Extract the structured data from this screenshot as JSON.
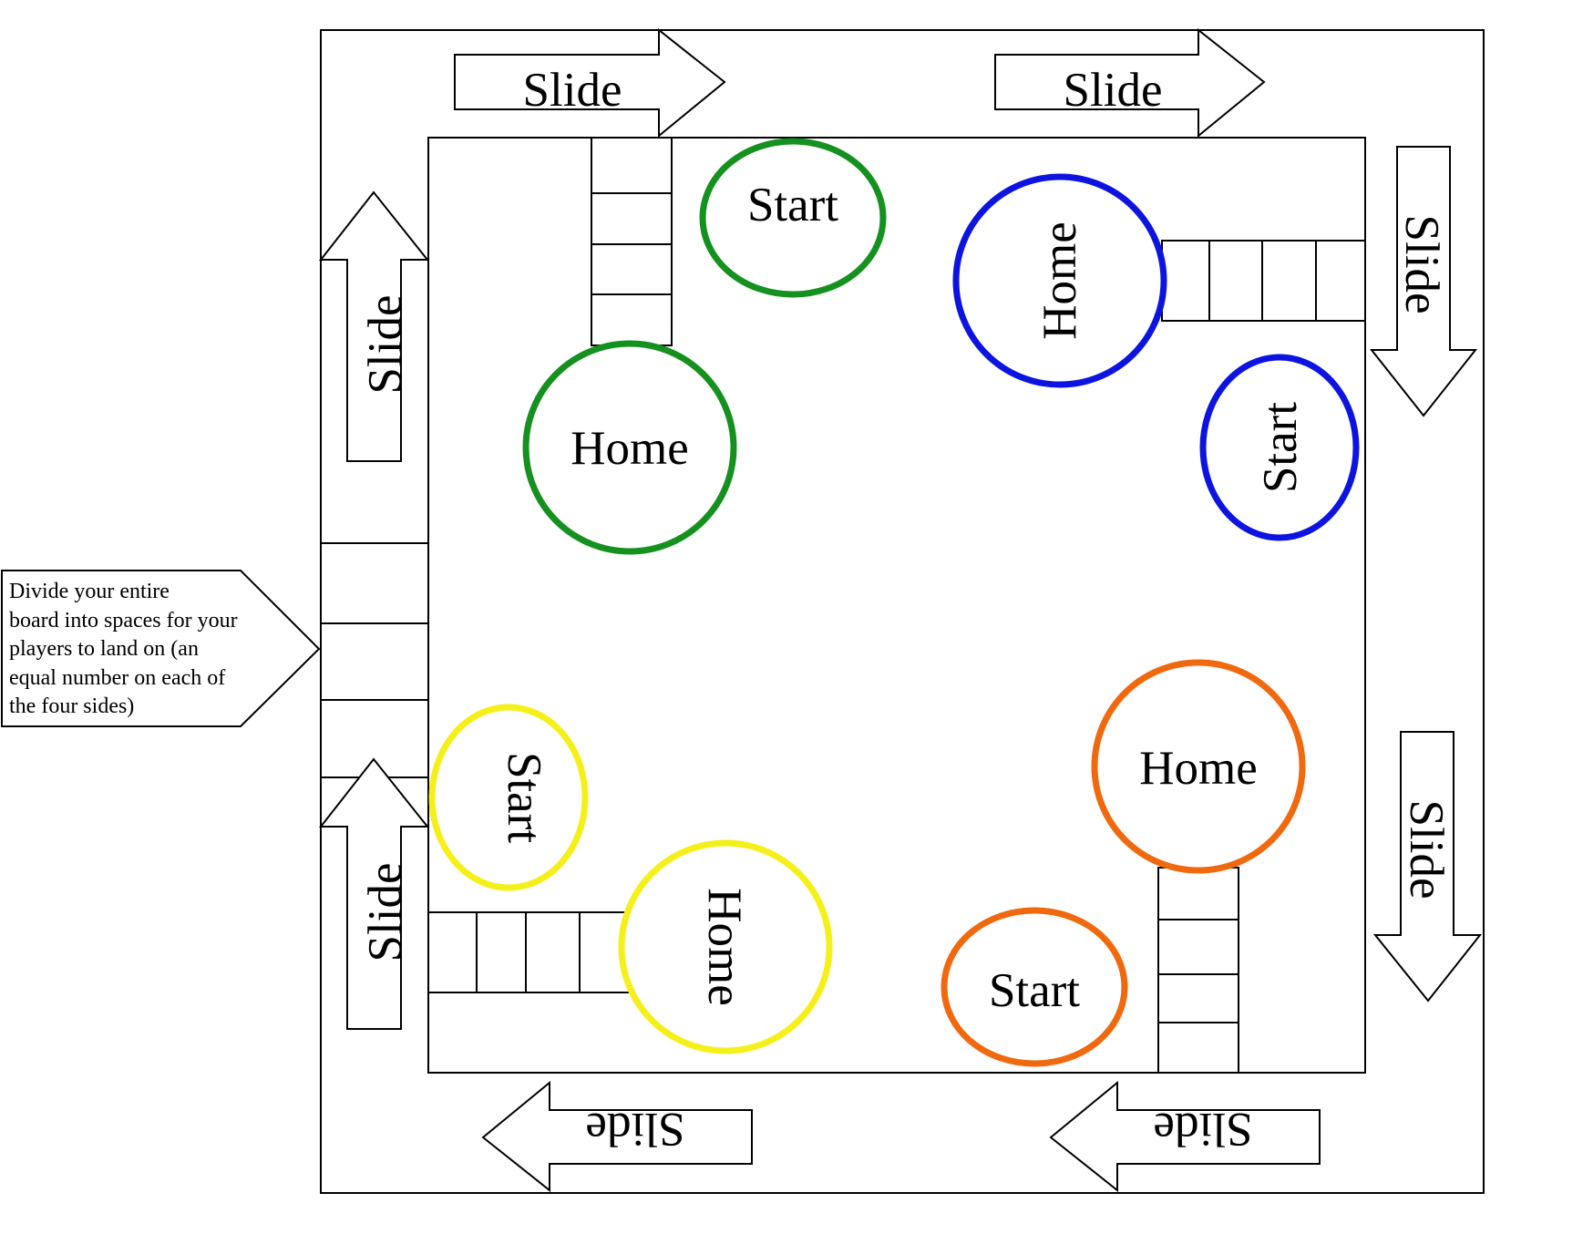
{
  "labels": {
    "slide": "Slide",
    "start": "Start",
    "home": "Home"
  },
  "callout": {
    "lines": [
      "Divide your entire",
      "board into spaces for your",
      "players to land on (an",
      "equal number on each of",
      "the four sides)"
    ]
  },
  "players": [
    {
      "name": "green",
      "color": "#14911e"
    },
    {
      "name": "blue",
      "color": "#0d14e0"
    },
    {
      "name": "yellow",
      "color": "#f5f01a"
    },
    {
      "name": "orange",
      "color": "#f0690f"
    }
  ],
  "line_color": "#000000"
}
